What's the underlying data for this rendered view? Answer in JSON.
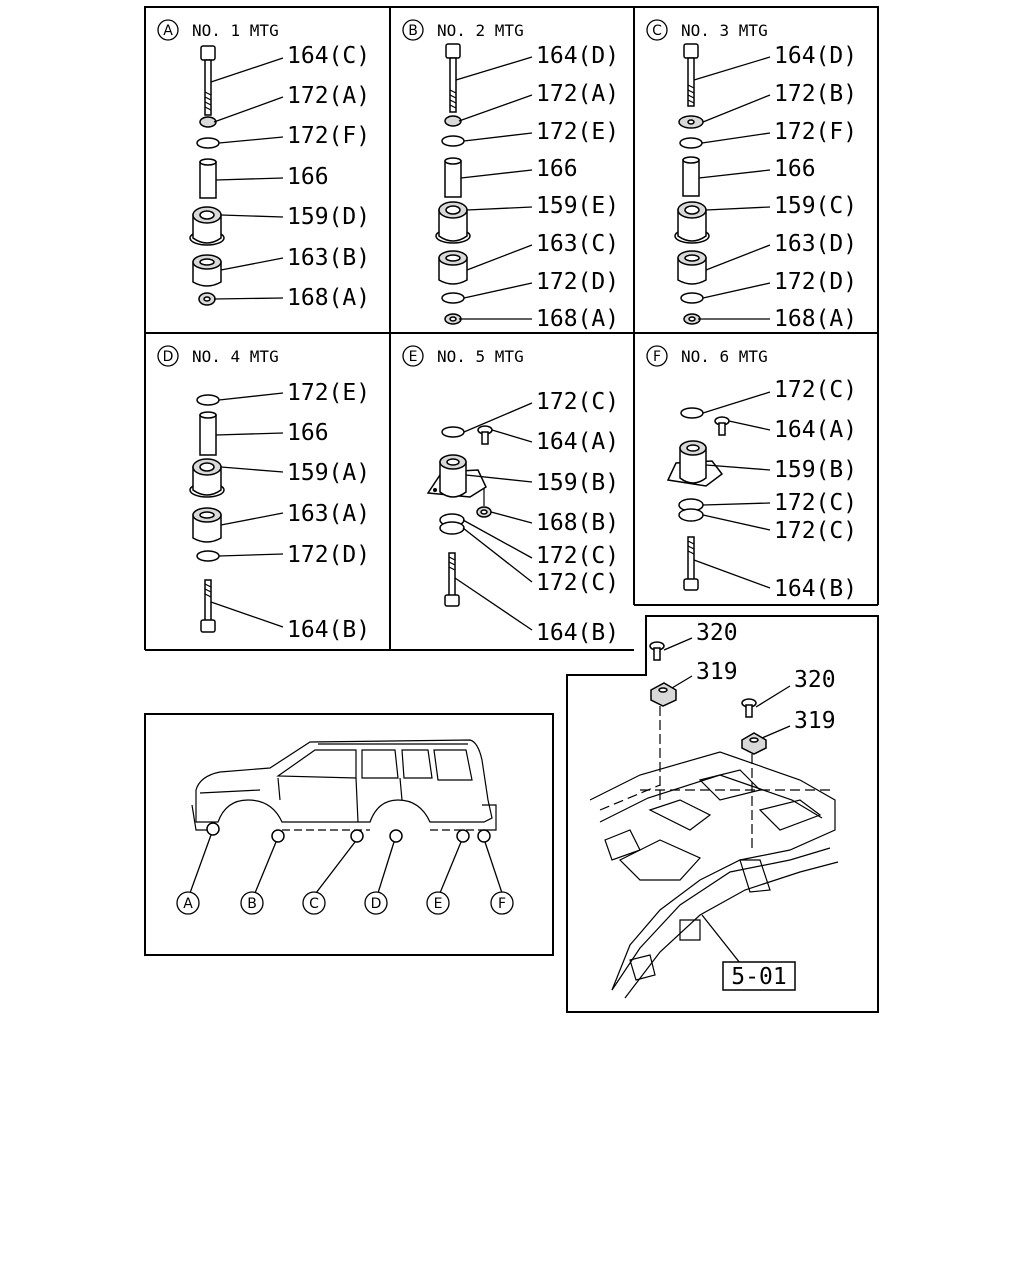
{
  "panels": [
    {
      "letter": "A",
      "title": "NO. 1  MTG",
      "labels": [
        "164(C)",
        "172(A)",
        "172(F)",
        "166",
        "159(D)",
        "163(B)",
        "168(A)"
      ]
    },
    {
      "letter": "B",
      "title": "NO. 2  MTG",
      "labels": [
        "164(D)",
        "172(A)",
        "172(E)",
        "166",
        "159(E)",
        "163(C)",
        "172(D)",
        "168(A)"
      ]
    },
    {
      "letter": "C",
      "title": "NO. 3  MTG",
      "labels": [
        "164(D)",
        "172(B)",
        "172(F)",
        "166",
        "159(C)",
        "163(D)",
        "172(D)",
        "168(A)"
      ]
    },
    {
      "letter": "D",
      "title": "NO. 4  MTG",
      "labels": [
        "172(E)",
        "166",
        "159(A)",
        "163(A)",
        "172(D)",
        "164(B)"
      ]
    },
    {
      "letter": "E",
      "title": "NO. 5  MTG",
      "labels": [
        "172(C)",
        "164(A)",
        "159(B)",
        "168(B)",
        "172(C)",
        "172(C)",
        "164(B)"
      ]
    },
    {
      "letter": "F",
      "title": "NO. 6  MTG",
      "labels": [
        "172(C)",
        "164(A)",
        "159(B)",
        "172(C)",
        "172(C)",
        "164(B)"
      ]
    }
  ],
  "vehicle": {
    "points": [
      "A",
      "B",
      "C",
      "D",
      "E",
      "F"
    ]
  },
  "frame_view": {
    "labels": [
      "320",
      "319",
      "320",
      "319"
    ],
    "ref_box": "5-01"
  }
}
